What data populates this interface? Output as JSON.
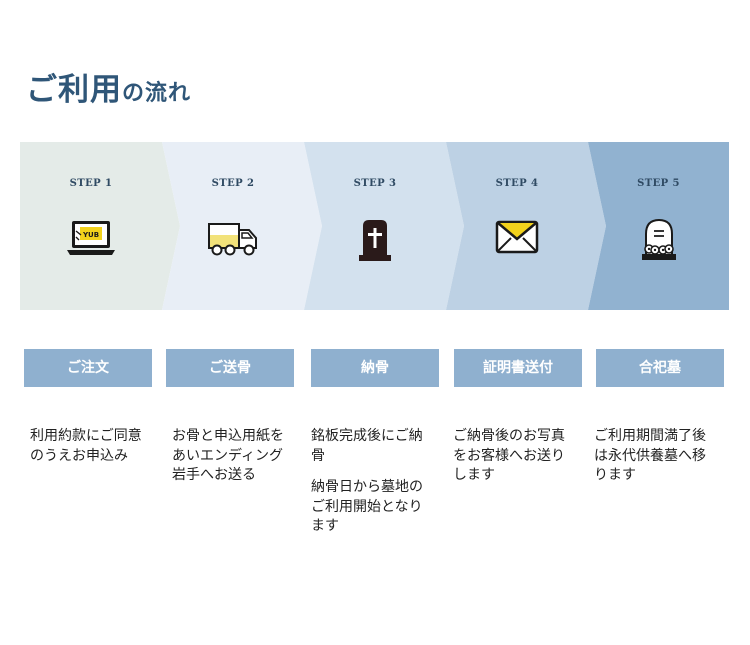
{
  "title": {
    "main": "ご利用",
    "sub": "の流れ"
  },
  "colors": {
    "title": "#2f5678",
    "tag_bg": "#8fb0cf",
    "tag_text": "#ffffff",
    "step_bg": [
      "#e4ebe8",
      "#e8eef6",
      "#d3e1ee",
      "#bdd1e4",
      "#91b2d0"
    ],
    "step_label": "#2f4a63"
  },
  "steps": [
    {
      "label": "STEP 1",
      "icon": "laptop-icon",
      "laptop_screen_text": "YUB",
      "tag": "ご注文",
      "desc": [
        "利用約款にご同意のうえお申込み"
      ]
    },
    {
      "label": "STEP 2",
      "icon": "truck-icon",
      "tag": "ご送骨",
      "desc": [
        "お骨と申込用紙をあいエンディング岩手へお送る"
      ]
    },
    {
      "label": "STEP 3",
      "icon": "grave-cross-icon",
      "tag": "納骨",
      "desc": [
        "銘板完成後にご納骨",
        "納骨日から墓地のご利用開始となります"
      ]
    },
    {
      "label": "STEP 4",
      "icon": "envelope-icon",
      "tag": "証明書送付",
      "desc": [
        "ご納骨後のお写真をお客様へお送りします"
      ]
    },
    {
      "label": "STEP 5",
      "icon": "tombstone-flowers-icon",
      "tag": "合祀墓",
      "desc": [
        "ご利用期間満了後は永代供養墓へ移ります"
      ]
    }
  ]
}
